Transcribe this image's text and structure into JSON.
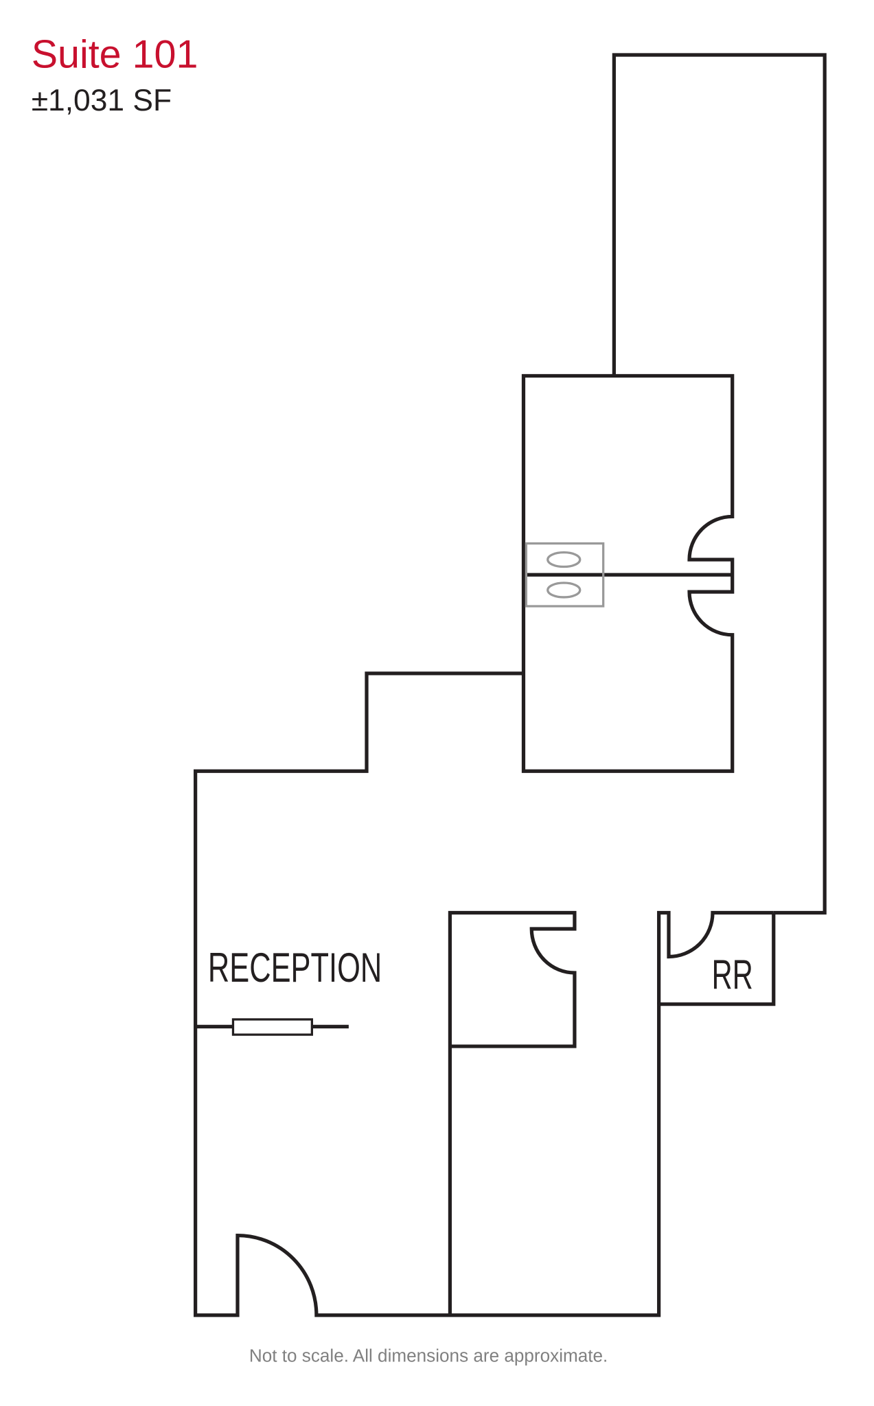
{
  "header": {
    "title": "Suite 101",
    "area": "±1,031 SF"
  },
  "rooms": {
    "reception": "RECEPTION",
    "restroom": "RR"
  },
  "footer": {
    "note": "Not to scale. All dimensions are approximate."
  },
  "colors": {
    "title": "#c8102e",
    "walls": "#231f20",
    "fixtures": "#999999",
    "note": "#808080"
  }
}
